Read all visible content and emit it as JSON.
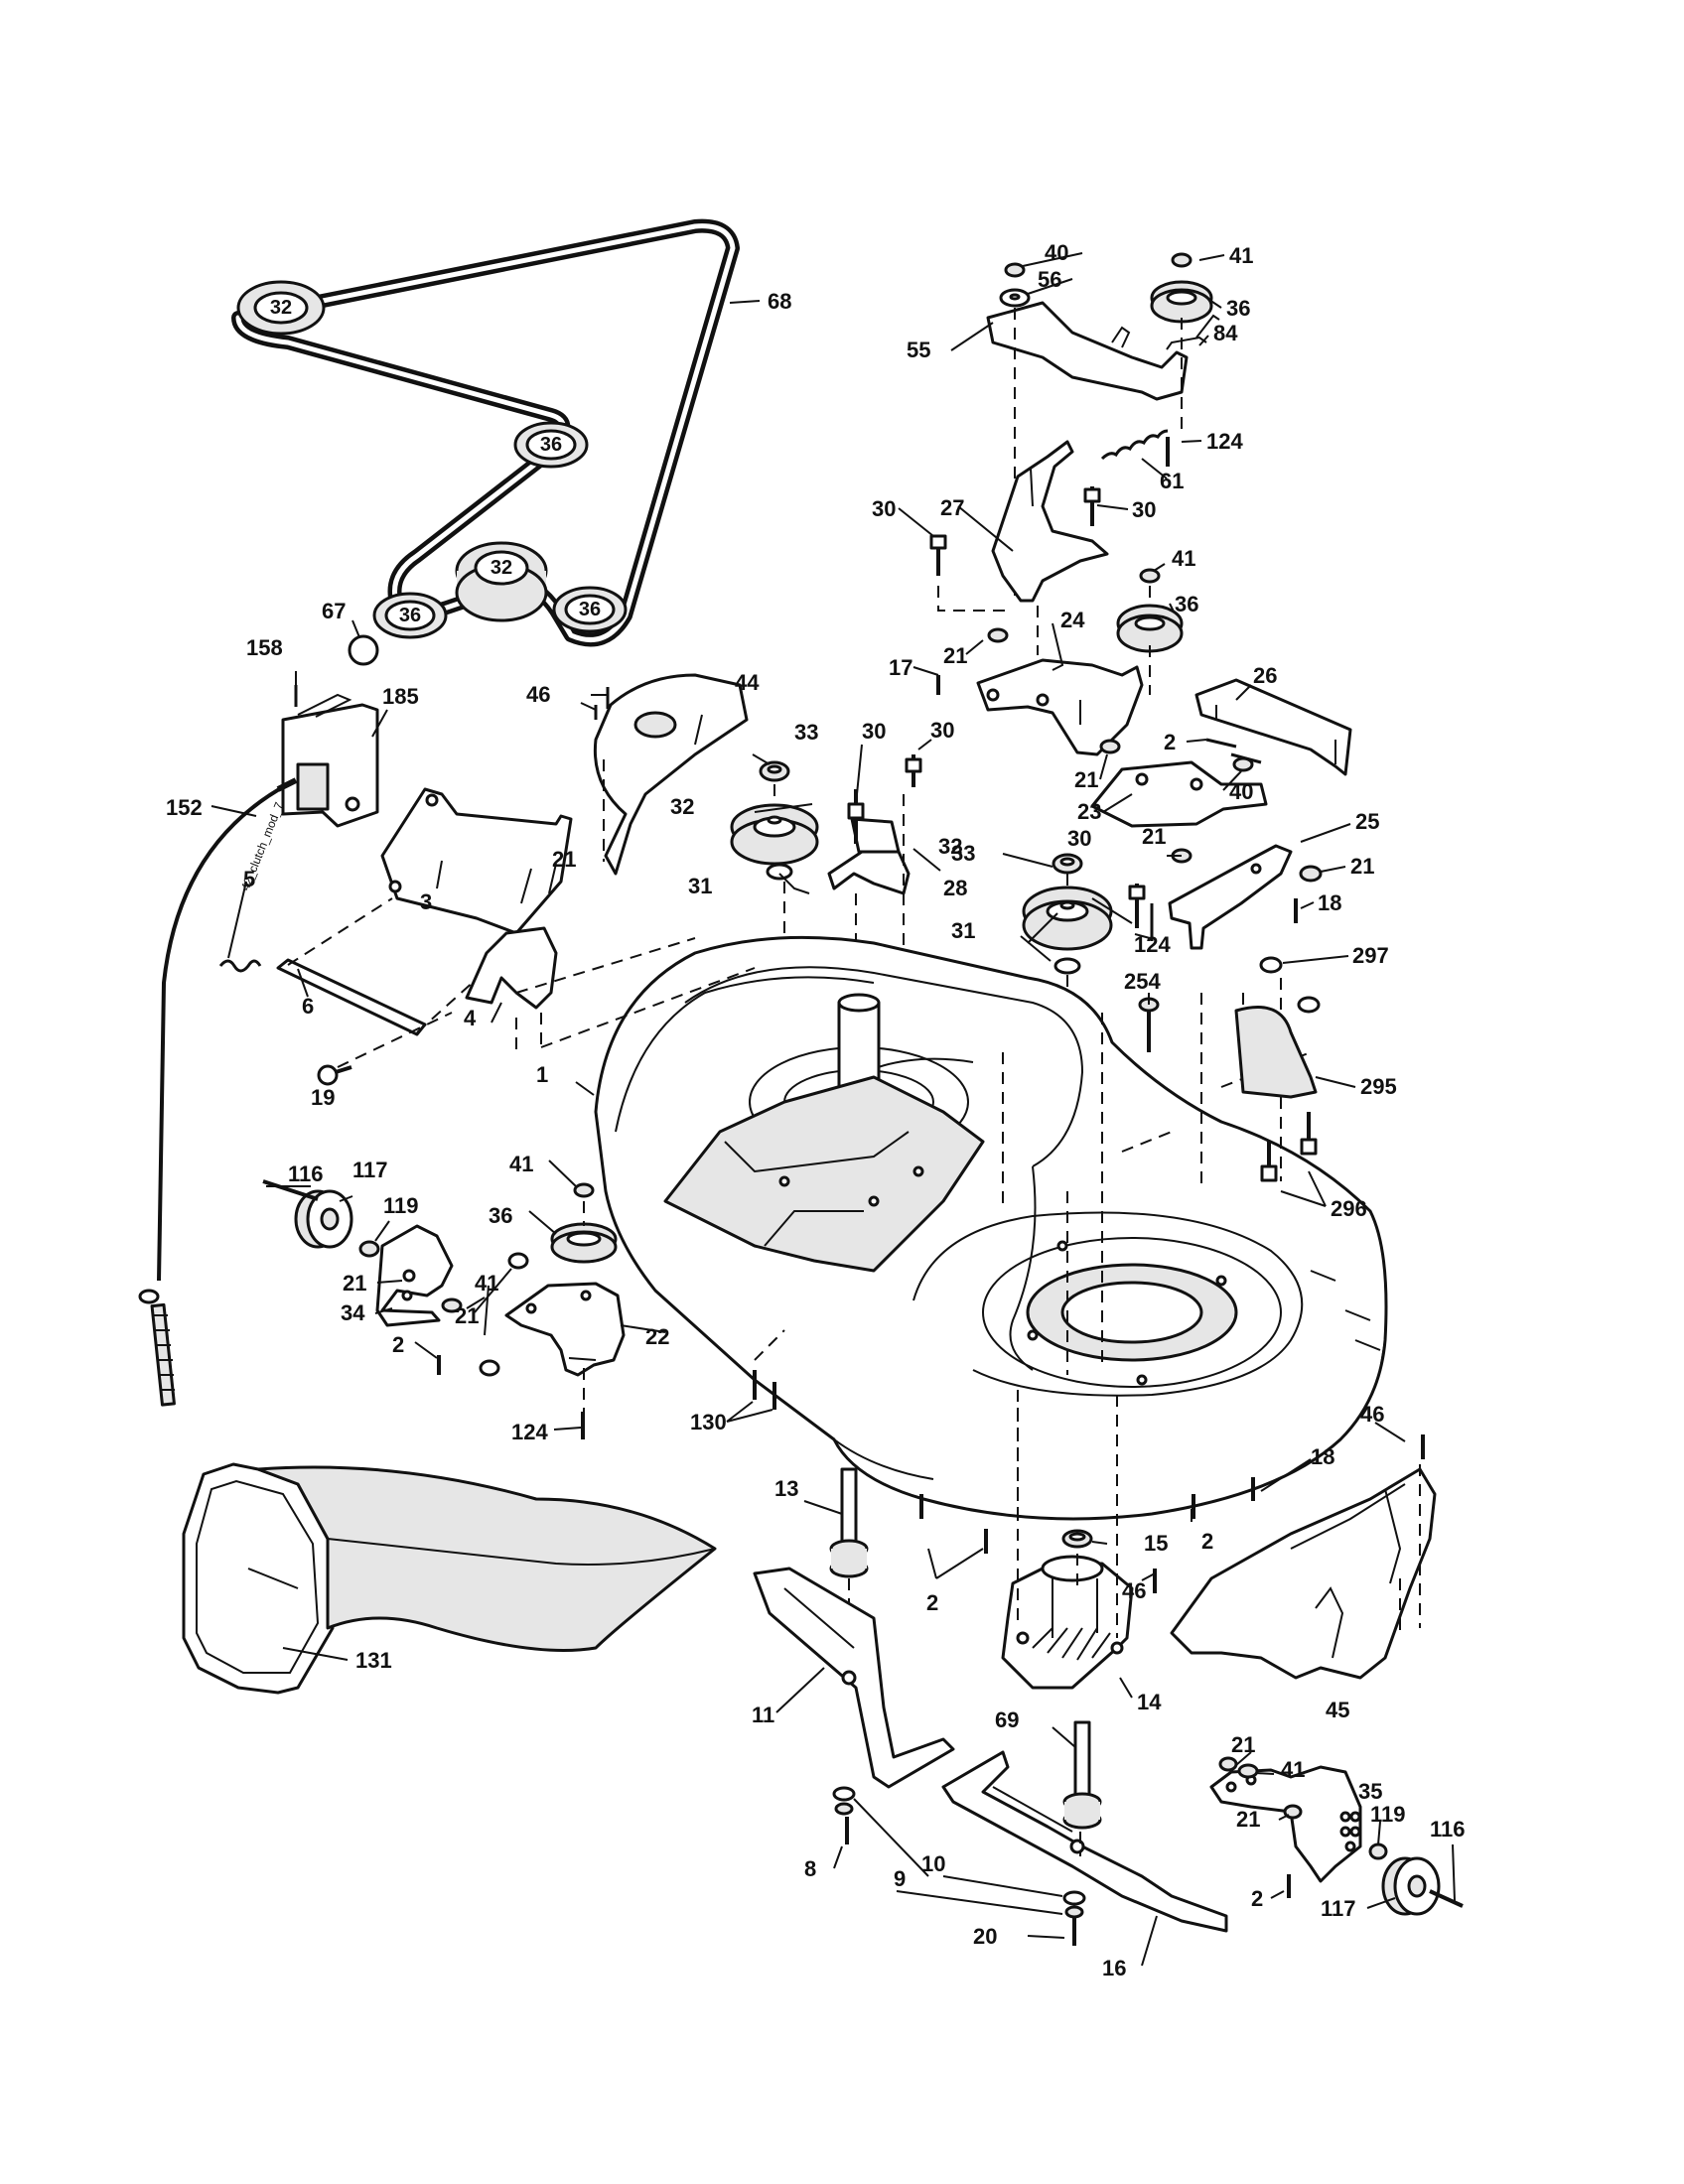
{
  "diagram": {
    "belt_pulley_labels": [
      "32",
      "36",
      "32",
      "36",
      "36"
    ],
    "cable_tag": "42_clutch_mod_7",
    "callouts": [
      "1",
      "2",
      "3",
      "4",
      "5",
      "6",
      "8",
      "9",
      "10",
      "11",
      "13",
      "14",
      "15",
      "16",
      "17",
      "18",
      "19",
      "20",
      "21",
      "22",
      "23",
      "24",
      "25",
      "26",
      "27",
      "28",
      "30",
      "31",
      "32",
      "33",
      "34",
      "35",
      "36",
      "40",
      "41",
      "44",
      "45",
      "46",
      "55",
      "56",
      "61",
      "67",
      "68",
      "69",
      "84",
      "116",
      "117",
      "119",
      "124",
      "130",
      "131",
      "152",
      "158",
      "185",
      "254",
      "295",
      "296",
      "297"
    ]
  }
}
